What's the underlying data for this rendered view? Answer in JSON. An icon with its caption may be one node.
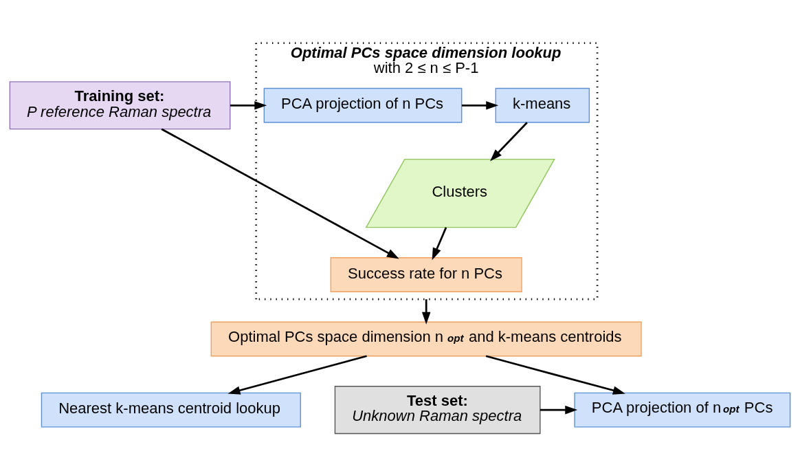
{
  "diagram": {
    "nodes": [
      {
        "text": [
          "Optimal PCs space dimension lookup",
          "with 2 ≤ n ≤ P-1"
        ]
      },
      {
        "text": [
          "Training set:",
          "P reference Raman spectra"
        ]
      },
      {
        "text": [
          "PCA projection of n PCs"
        ],
        "in": 0
      },
      {
        "text": [
          "k-means"
        ],
        "in": 0
      },
      {
        "text": [
          "Clusters"
        ],
        "in": 0
      },
      {
        "text": [
          "Success rate for n PCs"
        ],
        "in": 0
      },
      {
        "text": [
          "Optimal PCs space dimension n$_{opt}$ and k-means centroids"
        ]
      },
      {
        "text": [
          "Test set:",
          "Unknown Raman spectra"
        ]
      },
      {
        "text": [
          "PCA projection of n$_{opt}$ PCs"
        ]
      },
      {
        "text": [
          "Nearest k-means centroid lookup"
        ]
      }
    ],
    "edges": [
      {
        "from": 1,
        "to": 2,
        "arrow": "to"
      },
      {
        "from": 2,
        "to": 3,
        "arrow": "to"
      },
      {
        "from": 3,
        "to": 4,
        "arrow": "to"
      },
      {
        "from": 1,
        "to": 5,
        "arrow": "to"
      },
      {
        "from": 4,
        "to": 5,
        "arrow": "to"
      },
      {
        "from": 0,
        "to": 6,
        "arrow": "to"
      },
      {
        "from": 6,
        "to": 8,
        "arrow": "to"
      },
      {
        "from": 6,
        "to": 9,
        "arrow": "to"
      },
      {
        "from": 7,
        "to": 8,
        "arrow": "to"
      }
    ]
  }
}
